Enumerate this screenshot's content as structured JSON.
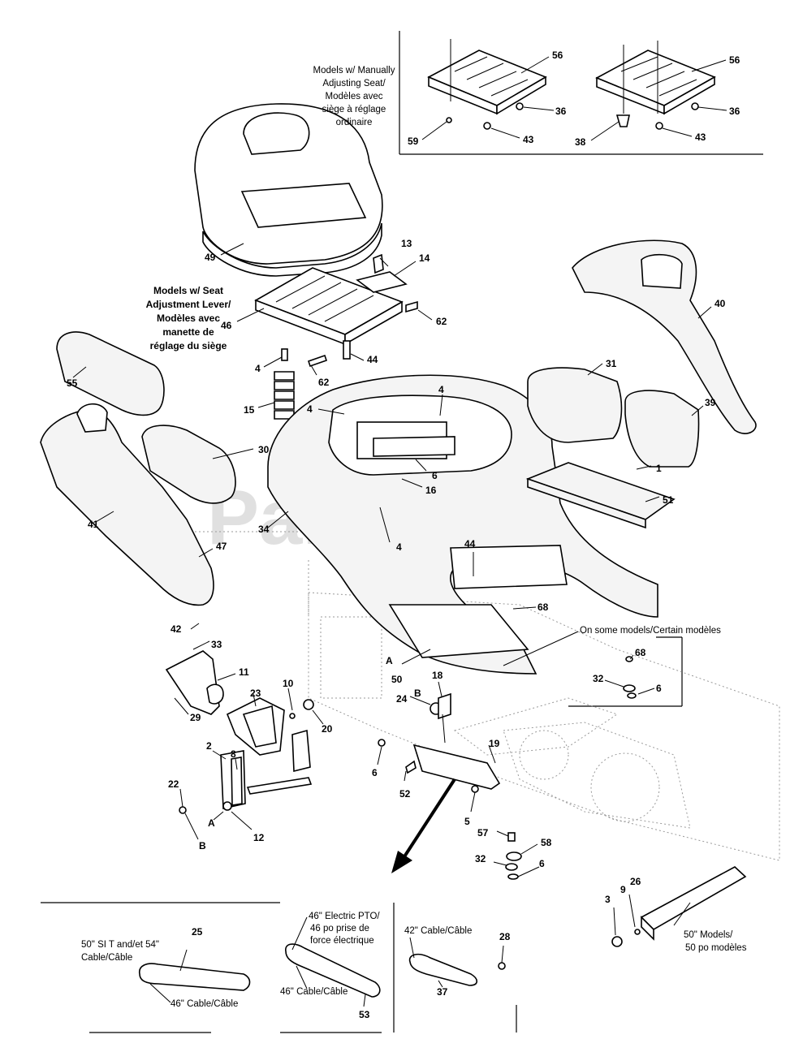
{
  "watermark": "PartsTree",
  "notes": {
    "manual_seat": [
      "Models w/ Manually",
      "Adjusting Seat/",
      "Modèles avec",
      "siège à réglage",
      "ordinaire"
    ],
    "seat_lever": [
      "Models w/ Seat",
      "Adjustment Lever/",
      "Modèles avec",
      "manette de",
      "réglage du siège"
    ],
    "some_models": "On some models/Certain modèles",
    "models_50": [
      "50\" Models/",
      "50 po modèles"
    ],
    "cable_50_54": [
      "50\" SI T and/et 54\"",
      "Cable/Câble"
    ],
    "cable_46_a": "46\" Cable/Câble",
    "electric_pto": [
      "46\" Electric PTO/",
      "46 po prise de",
      "force électrique"
    ],
    "cable_46_b": "46\" Cable/Câble",
    "cable_42": "42\" Cable/Câble"
  },
  "callouts": [
    "56",
    "36",
    "59",
    "43",
    "56",
    "36",
    "38",
    "43",
    "49",
    "13",
    "14",
    "62",
    "46",
    "4",
    "62",
    "44",
    "15",
    "55",
    "30",
    "41",
    "47",
    "4",
    "4",
    "6",
    "16",
    "34",
    "4",
    "40",
    "31",
    "39",
    "1",
    "51",
    "44",
    "68",
    "68",
    "32",
    "6",
    "42",
    "33",
    "11",
    "29",
    "23",
    "10",
    "20",
    "18",
    "24",
    "B",
    "A",
    "50",
    "2",
    "8",
    "22",
    "A",
    "B",
    "12",
    "6",
    "52",
    "19",
    "5",
    "57",
    "58",
    "32",
    "6",
    "26",
    "3",
    "9",
    "25",
    "53",
    "28",
    "37"
  ],
  "icons": {
    "direction_arrow": "arrow-down-left-icon"
  }
}
